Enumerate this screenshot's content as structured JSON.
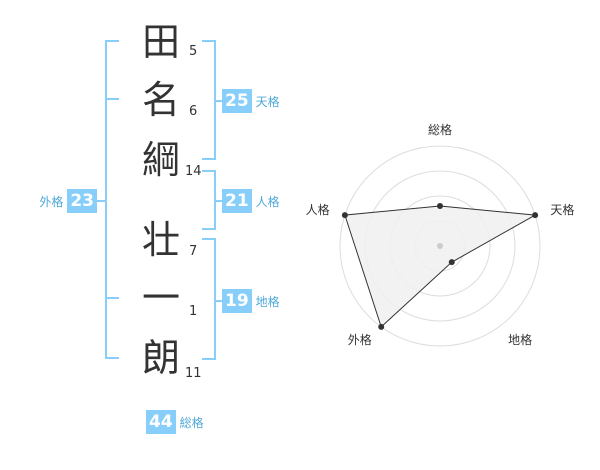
{
  "name_chars": [
    {
      "char": "田",
      "strokes": "5"
    },
    {
      "char": "名",
      "strokes": "6"
    },
    {
      "char": "綱",
      "strokes": "14"
    },
    {
      "char": "壮",
      "strokes": "7"
    },
    {
      "char": "一",
      "strokes": "1"
    },
    {
      "char": "朗",
      "strokes": "11"
    }
  ],
  "scores": {
    "tenkaku": {
      "value": "25",
      "label": "天格"
    },
    "jinkaku": {
      "value": "21",
      "label": "人格"
    },
    "chikaku": {
      "value": "19",
      "label": "地格"
    },
    "gaikaku": {
      "value": "23",
      "label": "外格"
    },
    "soukaku": {
      "value": "44",
      "label": "総格"
    }
  },
  "colors": {
    "accent": "#87cefa",
    "accent_text": "#4fa8d8",
    "text": "#333333",
    "radar_fill": "#f0f0f0"
  },
  "chart_data": {
    "type": "radar",
    "axes": [
      "総格",
      "天格",
      "地格",
      "外格",
      "人格"
    ],
    "levels": 4,
    "values": [
      0.4,
      1.0,
      0.2,
      1.0,
      1.0
    ]
  }
}
